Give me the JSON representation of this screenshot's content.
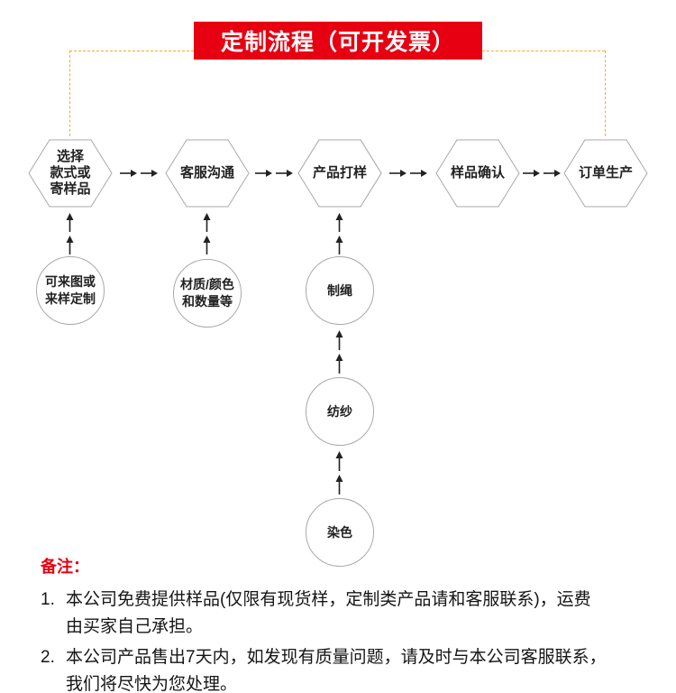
{
  "banner": {
    "title": "定制流程（可开发票）"
  },
  "flow": {
    "steps": [
      {
        "label": "选择\n款式或\n寄样品"
      },
      {
        "label": "客服沟通"
      },
      {
        "label": "产品打样"
      },
      {
        "label": "样品确认"
      },
      {
        "label": "订单生产"
      }
    ],
    "sub_nodes": [
      {
        "label": "可来图或\n来样定制"
      },
      {
        "label": "材质/颜色\n和数量等"
      },
      {
        "label": "制绳"
      },
      {
        "label": "纺纱"
      },
      {
        "label": "染色"
      }
    ]
  },
  "notes": {
    "heading": "备注：",
    "items": [
      {
        "num": "1.",
        "text": "本公司免费提供样品(仅限有现货样，定制类产品请和客服联系)，运费\n由买家自己承担。"
      },
      {
        "num": "2.",
        "text": "本公司产品售出7天内，如发现有质量问题，请及时与本公司客服联系，\n我们将尽快为您处理。"
      }
    ]
  },
  "colors": {
    "banner_bg": "#e60012",
    "banner_text": "#ffffff",
    "dashed_connector": "#f9a825",
    "node_outline": "#a9a9a9",
    "arrow": "#222222",
    "notes_heading": "#e60012"
  }
}
